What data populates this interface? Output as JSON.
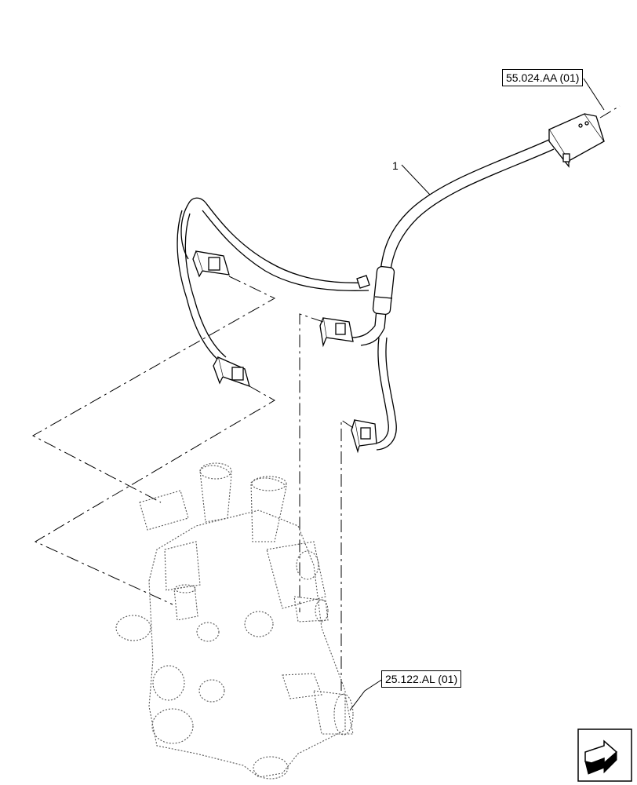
{
  "references": {
    "harness_connector_ref": "55.024.AA (01)",
    "valve_ref": "25.122.AL (01)"
  },
  "callouts": {
    "harness_item": "1"
  },
  "colors": {
    "line": "#000000",
    "ghost_line": "#555555",
    "background": "#ffffff"
  },
  "icons": {
    "navigation": "arrow-nav-icon"
  }
}
